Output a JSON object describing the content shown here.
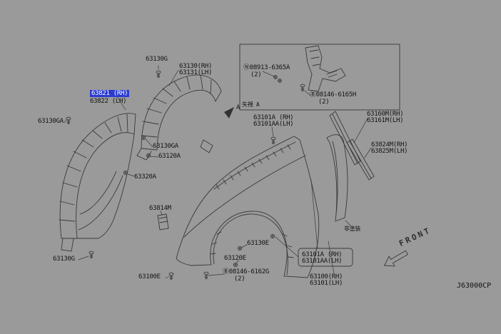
{
  "colors": {
    "background": "#9a9a9a",
    "line": "#3a3a3a",
    "label_text": "#141414",
    "highlight_bg": "#2b3bd0",
    "highlight_text": "#ffffff"
  },
  "diagram_code": "J63000CP",
  "front_arrow_label": "FRONT",
  "view_arrow_label": "A",
  "note_unpainted": "非塗装",
  "inset": {
    "view_note": "矢視 A",
    "bolt1": "Ⓝ08913-6365A",
    "bolt1_qty": "(2)",
    "bolt2": "Ⓑ08146-6165H",
    "bolt2_qty": "(2)"
  },
  "labels": [
    {
      "text": "63130G"
    },
    {
      "text": "63130(RH)"
    },
    {
      "text": "63131(LH)"
    },
    {
      "text": "63821 (RH)",
      "highlight": true
    },
    {
      "text": "63822 (LH)"
    },
    {
      "text": "63130GA"
    },
    {
      "text": "63130GA"
    },
    {
      "text": "63120A"
    },
    {
      "text": "63320A"
    },
    {
      "text": "63814M"
    },
    {
      "text": "63130G"
    },
    {
      "text": "63100E"
    },
    {
      "text": "Ⓑ08146-6162G"
    },
    {
      "text": "(2)"
    },
    {
      "text": "63120E"
    },
    {
      "text": "63130E"
    },
    {
      "text": "63101A (RH)"
    },
    {
      "text": "63101AA(LH)"
    },
    {
      "text": "63101A (RH)"
    },
    {
      "text": "63101AA(LH)"
    },
    {
      "text": "63100(RH)"
    },
    {
      "text": "63101(LH)"
    },
    {
      "text": "63160M(RH)"
    },
    {
      "text": "63161M(LH)"
    },
    {
      "text": "63824M(RH)"
    },
    {
      "text": "63825M(LH)"
    }
  ]
}
